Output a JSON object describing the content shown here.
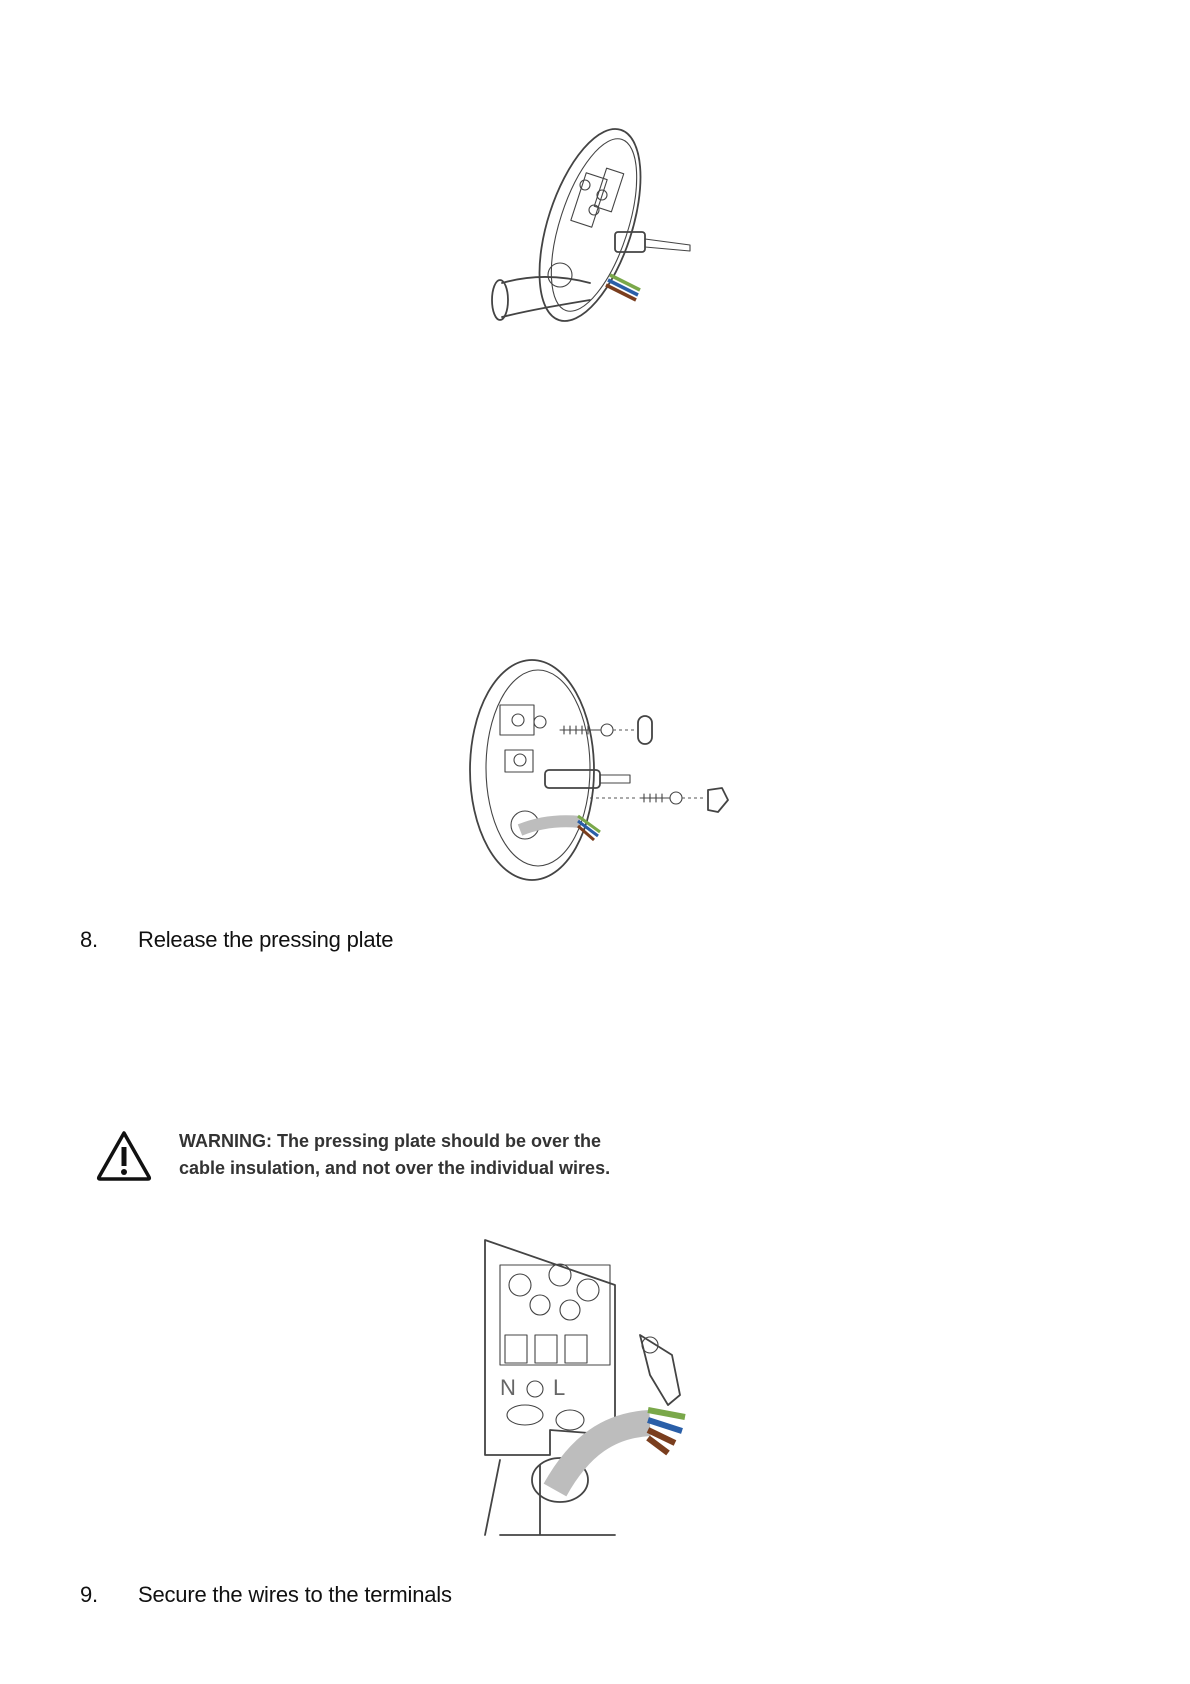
{
  "steps": [
    {
      "number": "8.",
      "label": "Release the pressing plate"
    },
    {
      "number": "9.",
      "label": "Secure the wires to the terminals"
    }
  ],
  "warning": {
    "icon": "warning-triangle-icon",
    "line1": "WARNING: The pressing plate should be over the",
    "line2": "cable insulation, and not over the individual wires."
  },
  "terminal_labels": {
    "neutral": "N",
    "live": "L"
  },
  "colors": {
    "text": "#111111",
    "line_art": "#444444",
    "cable": "#bdbdbd",
    "wire_green_yellow": "#7aa84a",
    "wire_blue": "#2a5fa8",
    "wire_brown": "#7a3e1e"
  }
}
